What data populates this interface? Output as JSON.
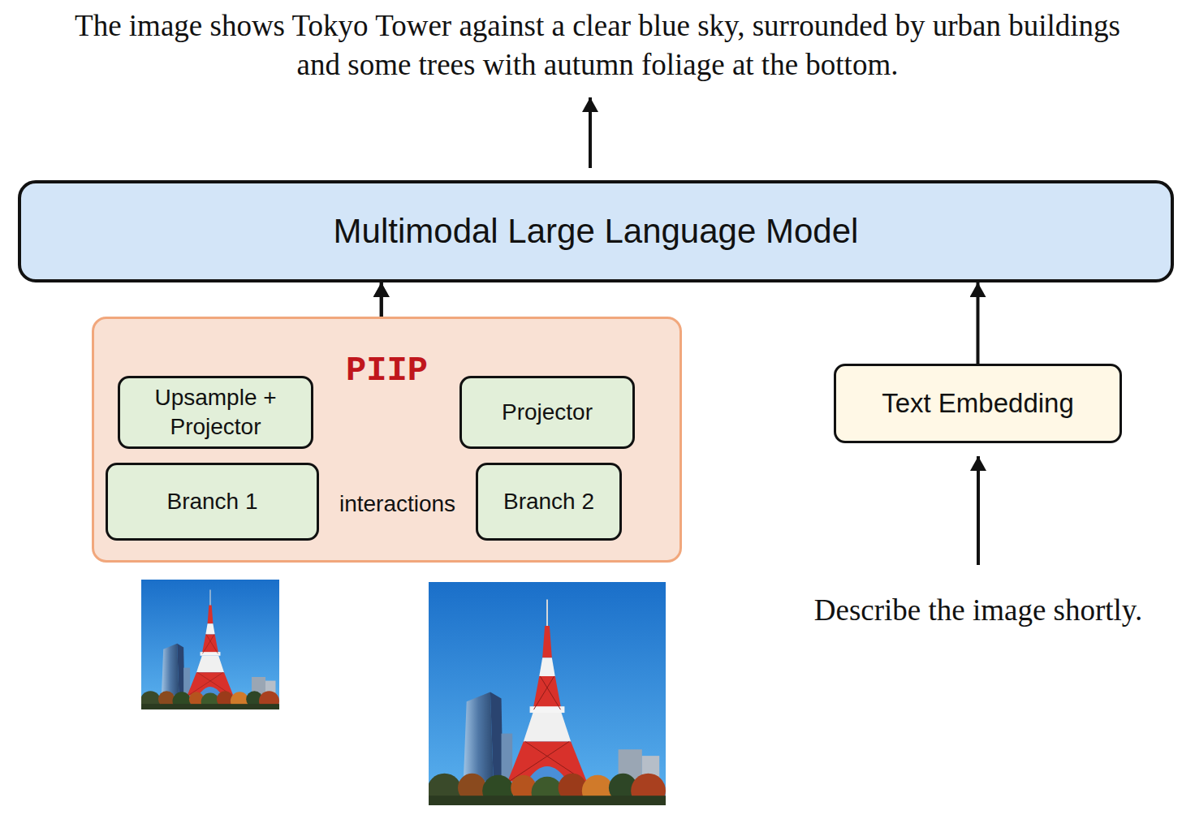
{
  "diagram": {
    "nodes": [
      {
        "text": [
          "Multimodal Large Language Model"
        ]
      },
      {
        "text": [
          "PIIP"
        ]
      },
      {
        "text": [
          "Upsample + Projector"
        ],
        "in": 1
      },
      {
        "text": [
          "Projector"
        ],
        "in": 1
      },
      {
        "text": [
          "Text Embedding"
        ]
      },
      {
        "text": [
          "Branch 1"
        ],
        "in": 1
      },
      {
        "text": [
          "Branch 2"
        ],
        "in": 1
      }
    ],
    "edges": [
      {
        "from": 2,
        "to": 0,
        "arrow": "to"
      },
      {
        "from": 3,
        "to": 0,
        "arrow": "to"
      },
      {
        "from": 4,
        "to": 0,
        "arrow": "to"
      },
      {
        "from": 5,
        "to": 6,
        "arrow": "to",
        "label": "interactions"
      },
      {
        "from": 6,
        "to": 5,
        "arrow": "to"
      }
    ],
    "labels": [
      "The image shows Tokyo Tower against a clear blue sky, surrounded by urban buildings and some trees with autumn foliage at the bottom.",
      "Describe the image shortly."
    ]
  }
}
